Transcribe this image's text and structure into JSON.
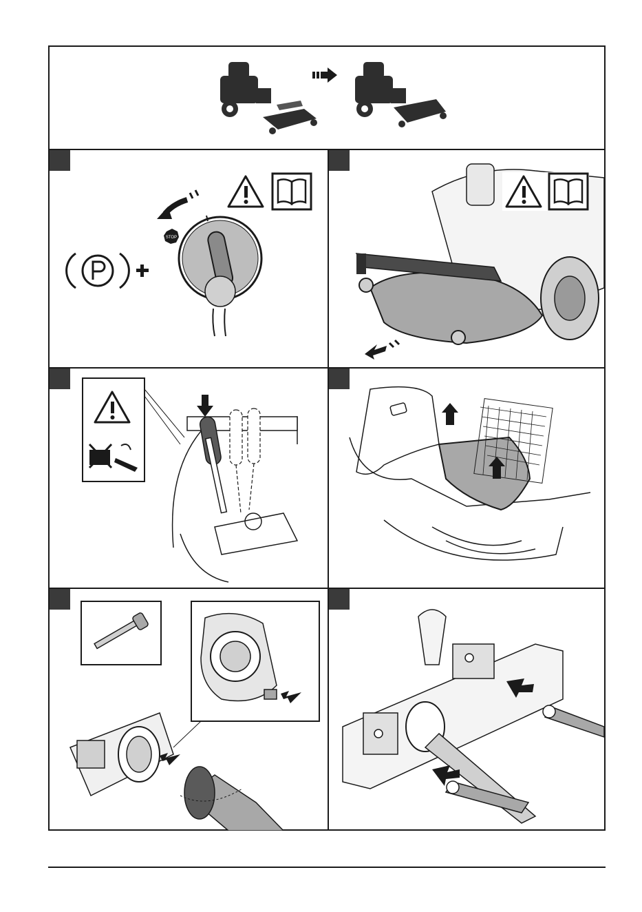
{
  "header": {
    "illustration": "rider-mower-with-deck-attach-sequence"
  },
  "steps": [
    {
      "stop_label": "STOP",
      "icons": [
        "parking-brake-icon",
        "plus-icon",
        "ignition-key-icon",
        "warning-icon",
        "manual-icon"
      ]
    },
    {
      "icons": [
        "warning-icon",
        "manual-icon"
      ],
      "illustration": "mower-with-cutting-deck"
    },
    {
      "icons": [
        "warning-icon",
        "pinch-hazard-icon"
      ],
      "illustration": "deck-lift-lever"
    },
    {
      "illustration": "footplate-removal"
    },
    {
      "illustration": "drive-shaft-coupling"
    },
    {
      "illustration": "deck-lift-arms"
    }
  ],
  "colors": {
    "line": "#1a1a1a",
    "step_tab": "#3a3a3a",
    "deck_gray": "#a8a8a8",
    "dark_fill": "#2e2e2e"
  }
}
